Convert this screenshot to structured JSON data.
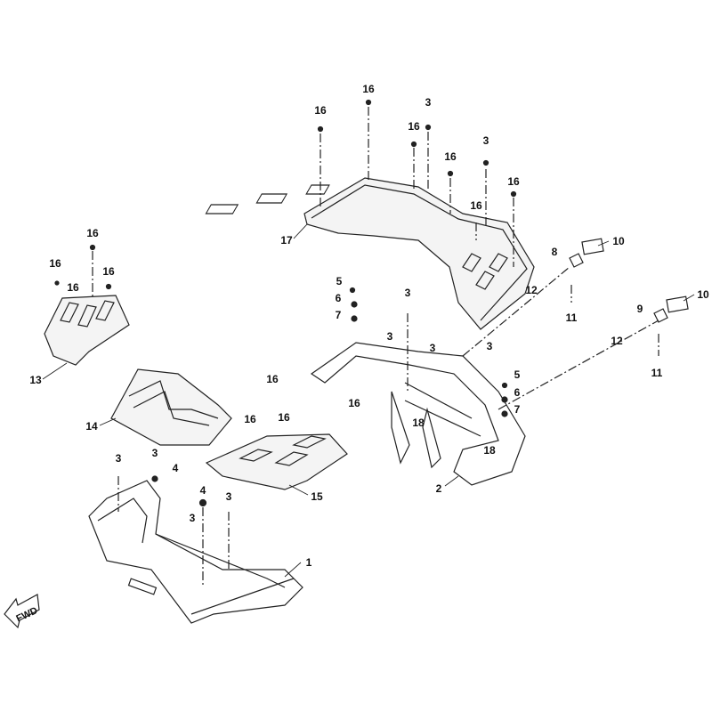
{
  "diagram": {
    "fwd_label": "FWD",
    "callouts": [
      "16",
      "3",
      "16",
      "16",
      "3",
      "16",
      "16",
      "16",
      "17",
      "8",
      "10",
      "12",
      "11",
      "9",
      "10",
      "12",
      "11",
      "5",
      "6",
      "7",
      "3",
      "3",
      "3",
      "3",
      "5",
      "6",
      "7",
      "18",
      "18",
      "2",
      "16",
      "16",
      "16",
      "16",
      "13",
      "14",
      "16",
      "16",
      "16",
      "16",
      "15",
      "3",
      "3",
      "4",
      "4",
      "3",
      "3",
      "1"
    ]
  }
}
